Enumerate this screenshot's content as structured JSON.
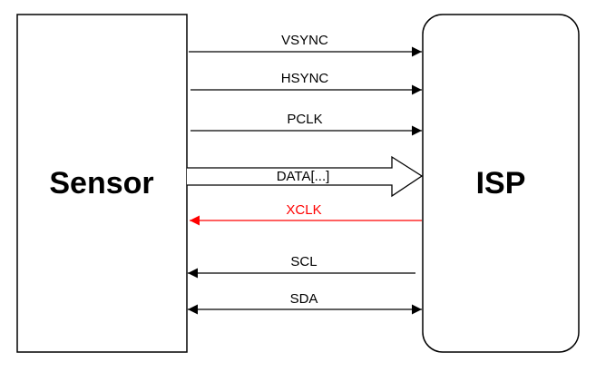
{
  "blocks": {
    "sensor": {
      "label": "Sensor"
    },
    "isp": {
      "label": "ISP"
    }
  },
  "signals": [
    {
      "label": "VSYNC",
      "direction": "sensor-to-isp",
      "color": "#000000"
    },
    {
      "label": "HSYNC",
      "direction": "sensor-to-isp",
      "color": "#000000"
    },
    {
      "label": "PCLK",
      "direction": "sensor-to-isp",
      "color": "#000000"
    },
    {
      "label": "DATA[...]",
      "direction": "sensor-to-isp",
      "style": "bus",
      "color": "#000000"
    },
    {
      "label": "XCLK",
      "direction": "isp-to-sensor",
      "color": "#ff0000"
    },
    {
      "label": "SCL",
      "direction": "isp-to-sensor",
      "color": "#000000"
    },
    {
      "label": "SDA",
      "direction": "bidirectional",
      "color": "#000000"
    }
  ]
}
